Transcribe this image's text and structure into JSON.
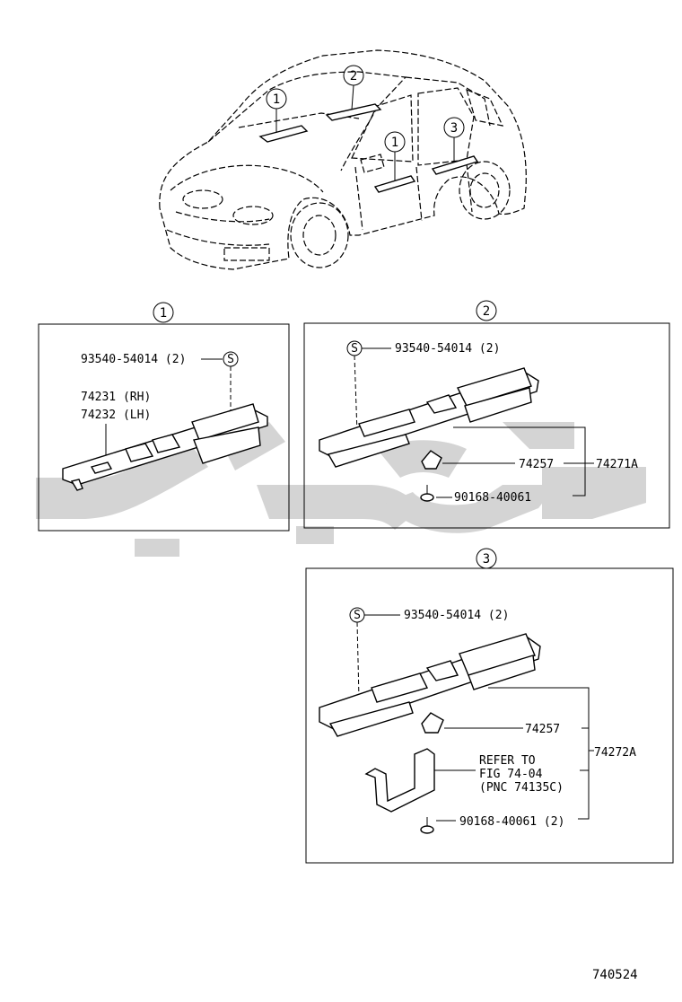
{
  "callouts": {
    "c1": "1",
    "c2": "2",
    "c3": "3",
    "screw": "S"
  },
  "panel1": {
    "screw_label": "93540-54014 (2)",
    "rh_label": "74231 (RH)",
    "lh_label": "74232 (LH)"
  },
  "panel2": {
    "screw_label": "93540-54014 (2)",
    "clip_label": "74257",
    "assy_label": "74271A",
    "bolt_label": "90168-40061"
  },
  "panel3": {
    "screw_label": "93540-54014 (2)",
    "clip_label": "74257",
    "assy_label": "74272A",
    "refer_line1": "REFER TO",
    "refer_line2": "FIG 74-04",
    "refer_line3": "(PNC 74135C)",
    "bolt_label": "90168-40061 (2)"
  },
  "footer": {
    "diagram_id": "740524"
  },
  "colors": {
    "line": "#000000",
    "watermark": "#d4d4d4",
    "background": "#ffffff"
  }
}
